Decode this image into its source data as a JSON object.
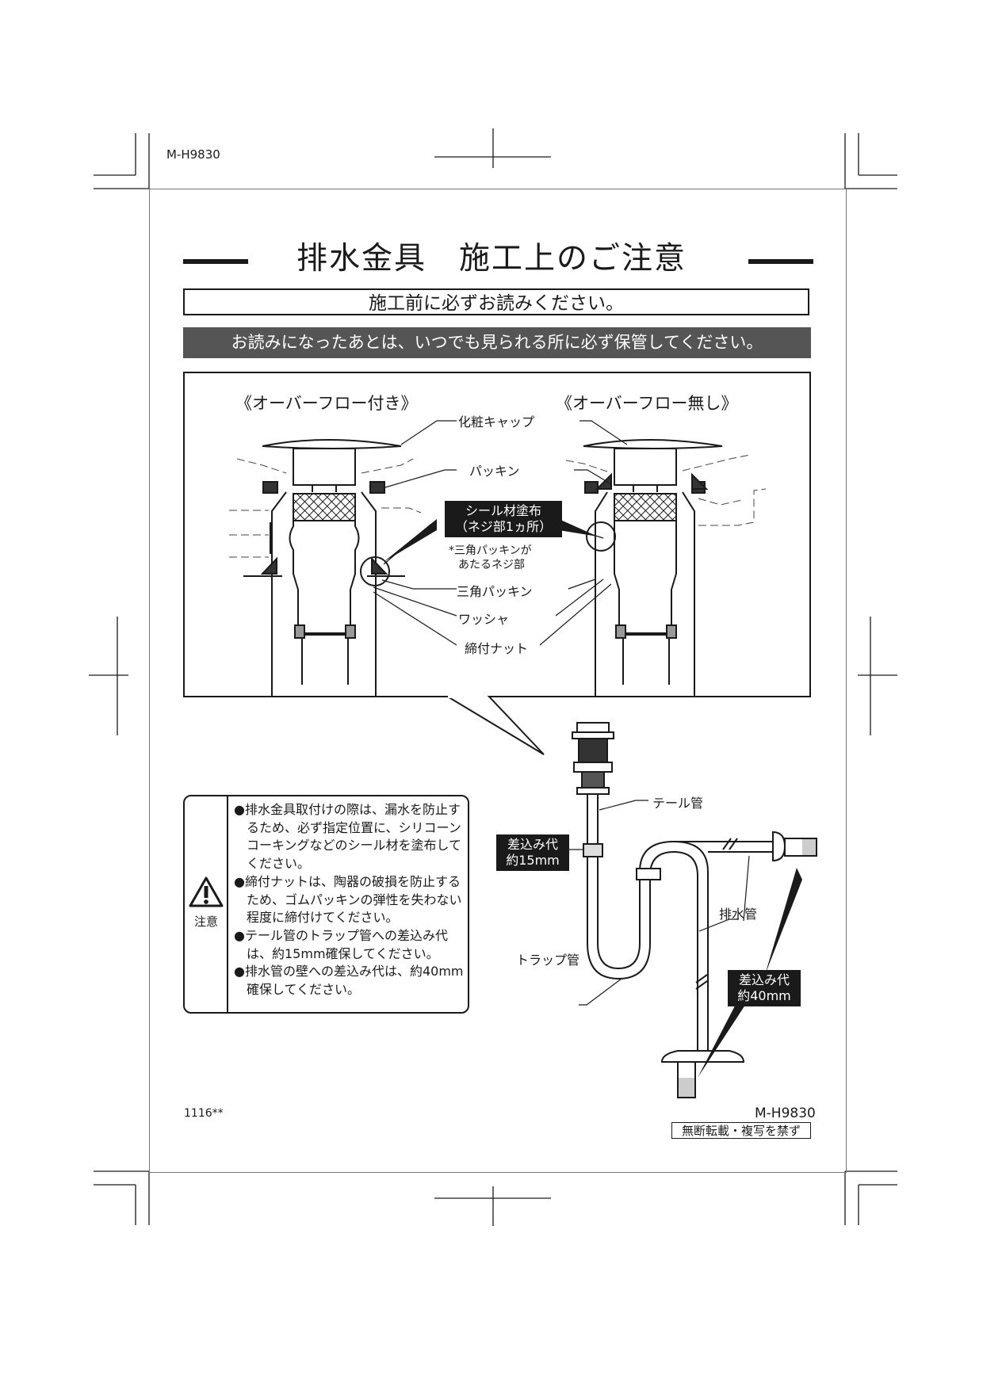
{
  "header": {
    "doc_code": "M-H9830"
  },
  "title": "排水金具　施工上のご注意",
  "notice": "施工前に必ずお読みください。",
  "banner": "お読みになったあとは、いつでも見られる所に必ず保管してください。",
  "diagram": {
    "with_overflow": "《オーバーフロー付き》",
    "without_overflow": "《オーバーフロー無し》",
    "labels": {
      "cap": "化粧キャップ",
      "packing": "パッキン",
      "seal_line1": "シール材塗布",
      "seal_line2": "（ネジ部1ヵ所）",
      "seal_note_line1": "*三角パッキンが",
      "seal_note_line2": "あたるネジ部",
      "triangle_packing": "三角パッキン",
      "washer": "ワッシャ",
      "nut": "締付ナット"
    }
  },
  "piping": {
    "tail_pipe": "テール管",
    "insert15_line1": "差込み代",
    "insert15_line2": "約15mm",
    "drain_pipe": "排水管",
    "trap_pipe": "トラップ管",
    "insert40_line1": "差込み代",
    "insert40_line2": "約40mm"
  },
  "caution": {
    "label": "注意",
    "items": [
      "●排水金具取付けの際は、漏水を防止するため、必ず指定位置に、シリコーンコーキングなどのシール材を塗布してください。",
      "●締付ナットは、陶器の破損を防止するため、ゴムパッキンの弾性を失わない程度に締付けてください。",
      "●テール管のトラップ管への差込み代は、約15mm確保してください。",
      "●排水管の壁への差込み代は、約40mm確保してください。"
    ]
  },
  "footer": {
    "code": "1116**",
    "model": "M-H9830",
    "copyright": "無断転載・複写を禁ず"
  }
}
